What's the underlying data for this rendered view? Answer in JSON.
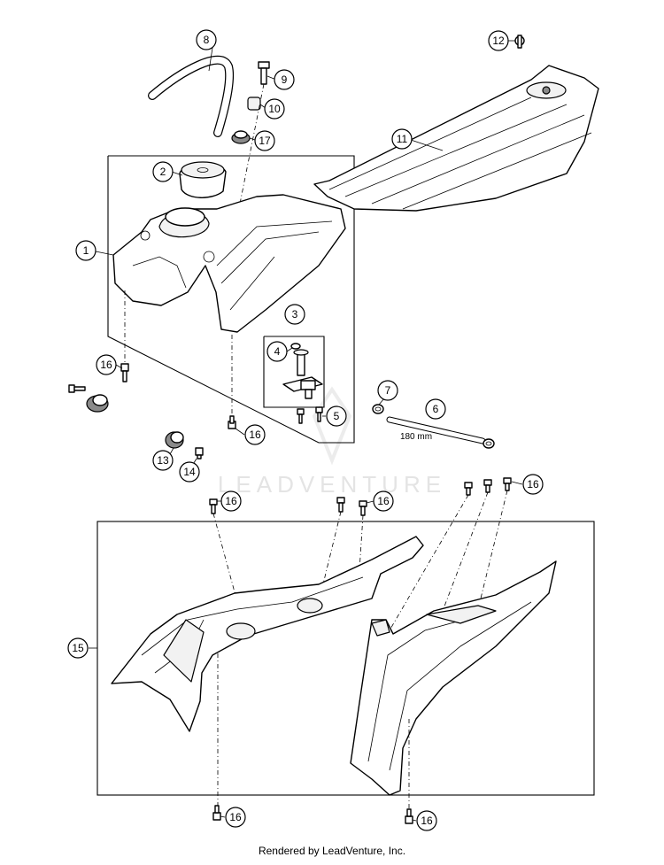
{
  "callouts": [
    {
      "label": "8"
    },
    {
      "label": "9"
    },
    {
      "label": "10"
    },
    {
      "label": "17"
    },
    {
      "label": "12"
    },
    {
      "label": "11"
    },
    {
      "label": "2"
    },
    {
      "label": "1"
    },
    {
      "label": "3"
    },
    {
      "label": "4"
    },
    {
      "label": "5"
    },
    {
      "label": "16"
    },
    {
      "label": "16"
    },
    {
      "label": "7"
    },
    {
      "label": "6"
    },
    {
      "label": "13"
    },
    {
      "label": "14"
    },
    {
      "label": "16"
    },
    {
      "label": "16"
    },
    {
      "label": "16"
    },
    {
      "label": "15"
    },
    {
      "label": "16"
    },
    {
      "label": "16"
    }
  ],
  "dimension_label": "180 mm",
  "watermark": "LEADVENTURE",
  "footer": "Rendered by LeadVenture, Inc."
}
